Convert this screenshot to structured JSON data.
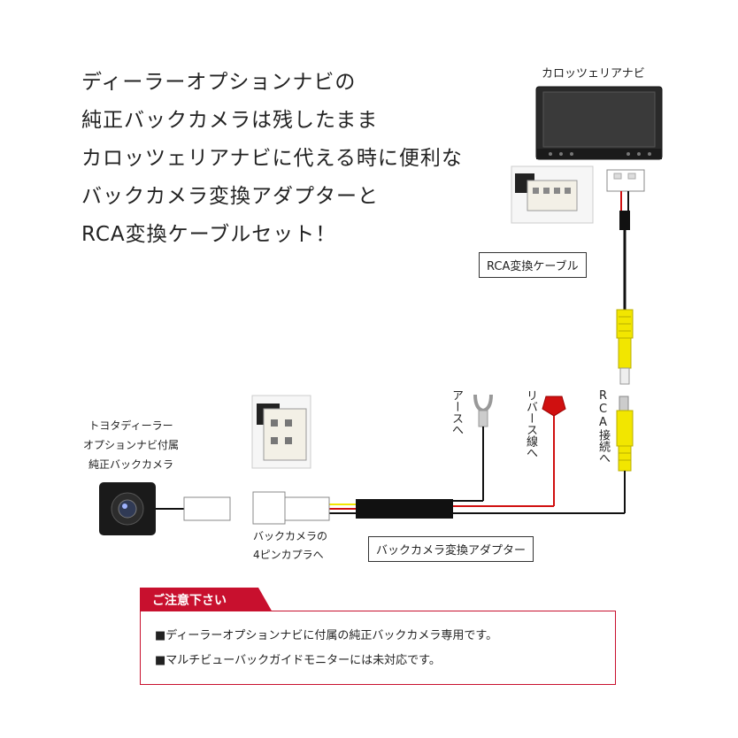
{
  "headline": [
    "ディーラーオプションナビの",
    "純正バックカメラは残したまま",
    "カロッツェリアナビに代える時に便利な",
    "バックカメラ変換アダプターと",
    "RCA変換ケーブルセット！"
  ],
  "labels": {
    "navi": "カロッツェリアナビ",
    "rca_cable": "RCA変換ケーブル",
    "camera": [
      "トヨタディーラー",
      "オプションナビ付属",
      "純正バックカメラ"
    ],
    "coupler": [
      "バックカメラの",
      "4ピンカプラへ"
    ],
    "adapter": "バックカメラ変換アダプター",
    "earth": "アースへ",
    "reverse": "リバース線へ",
    "rca_connect": "RCA接続へ"
  },
  "notice": {
    "title": "ご注意下さい",
    "lines": [
      "■ディーラーオプションナビに付属の純正バックカメラ専用です。",
      "■マルチビューバックガイドモニターには未対応です。"
    ]
  },
  "colors": {
    "accent": "#c8102e",
    "wire_black": "#111111",
    "wire_red": "#d01010",
    "wire_yellow": "#f2e600"
  }
}
